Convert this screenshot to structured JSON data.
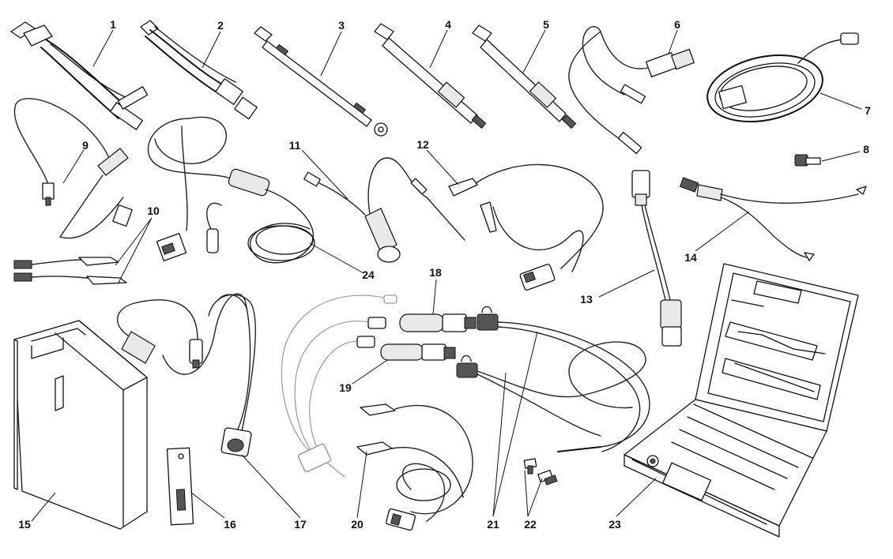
{
  "callouts": [
    "1",
    "2",
    "3",
    "4",
    "5",
    "6",
    "7",
    "8",
    "9",
    "10",
    "11",
    "12",
    "13",
    "14",
    "15",
    "16",
    "17",
    "18",
    "19",
    "20",
    "21",
    "22",
    "23",
    "24"
  ]
}
